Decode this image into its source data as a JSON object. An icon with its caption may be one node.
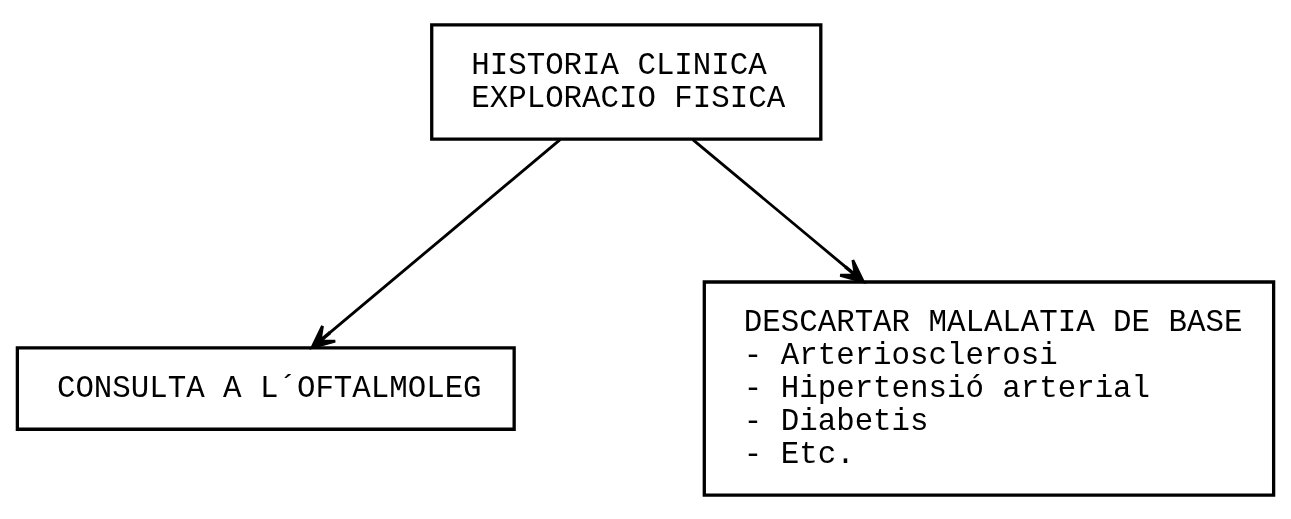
{
  "diagram": {
    "nodes": [
      {
        "text": [
          "HISTORIA CLINICA",
          "EXPLORACIO FISICA"
        ]
      },
      {
        "text": [
          "CONSULTA A L´OFTALMOLEG"
        ]
      },
      {
        "text": [
          "DESCARTAR MALALATIA DE BASE",
          "- Arteriosclerosi",
          "- Hipertensió arterial",
          "- Diabetis",
          "- Etc."
        ]
      }
    ],
    "edges": [
      {
        "from": 0,
        "to": 1,
        "arrow": "to"
      },
      {
        "from": 0,
        "to": 2,
        "arrow": "to"
      }
    ]
  }
}
